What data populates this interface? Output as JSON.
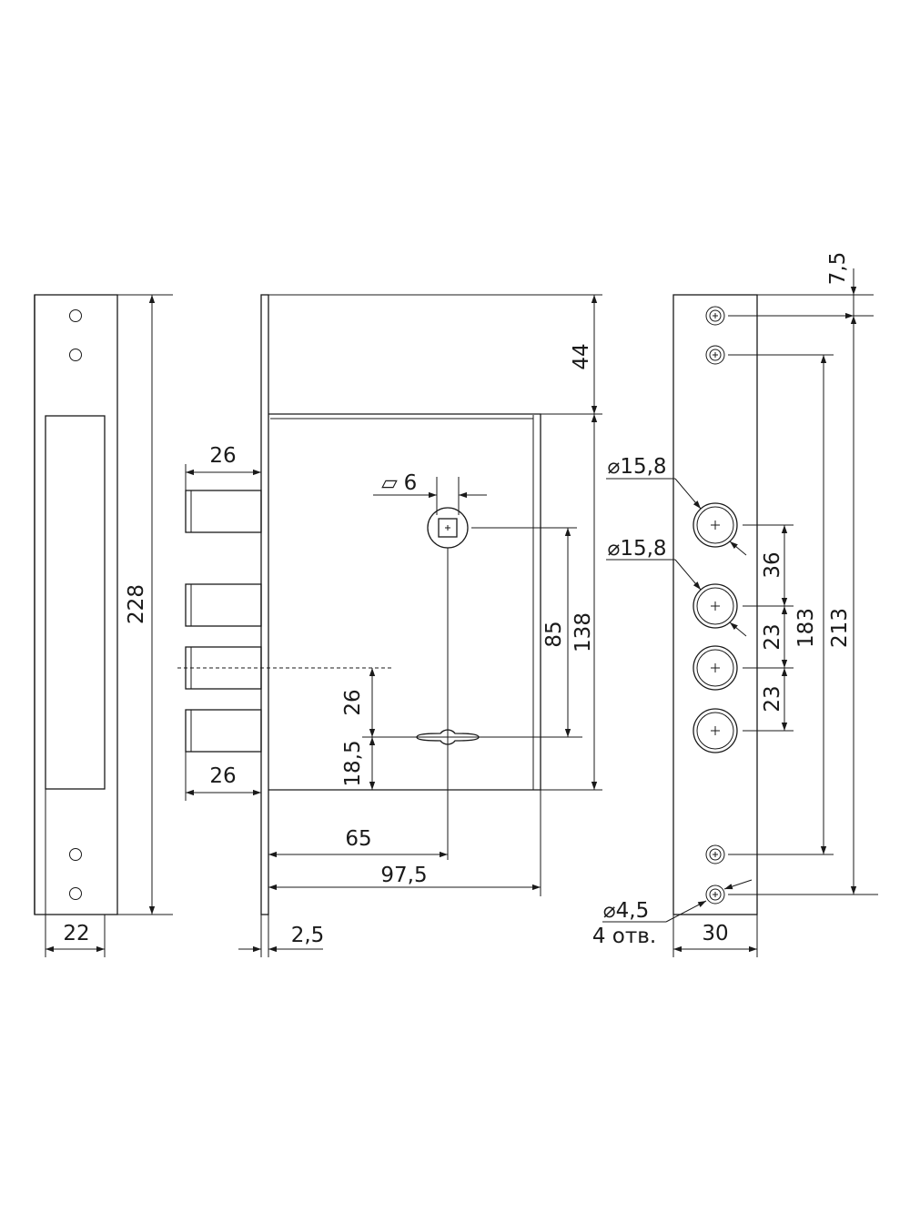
{
  "colors": {
    "line": "#1a1a1a",
    "background": "#ffffff"
  },
  "strike_plate": {
    "height_label": "228",
    "width_label": "22"
  },
  "lock_body": {
    "backset_top_label": "44",
    "bolt_length_top_label": "26",
    "bolt_length_bottom_label": "26",
    "spindle_square_label": "6",
    "spindle_square_symbol": "▱",
    "spindle_to_key_label": "85",
    "body_height_label": "138",
    "bolt_offset_label": "26",
    "key_to_bottom_label": "18,5",
    "backset_label": "65",
    "case_depth_label": "97,5",
    "faceplate_thickness_label": "2,5"
  },
  "faceplate": {
    "top_offset_label": "7,5",
    "bolt_hole_top_label": "⌀15,8",
    "bolt_hole_second_label": "⌀15,8",
    "bolt_spacing_1_label": "36",
    "bolt_spacing_2_label": "23",
    "bolt_spacing_3_label": "23",
    "inner_screw_span_label": "183",
    "outer_screw_span_label": "213",
    "screw_hole_label": "⌀4,5",
    "screw_hole_count_label": "4 отв.",
    "width_label": "30"
  }
}
